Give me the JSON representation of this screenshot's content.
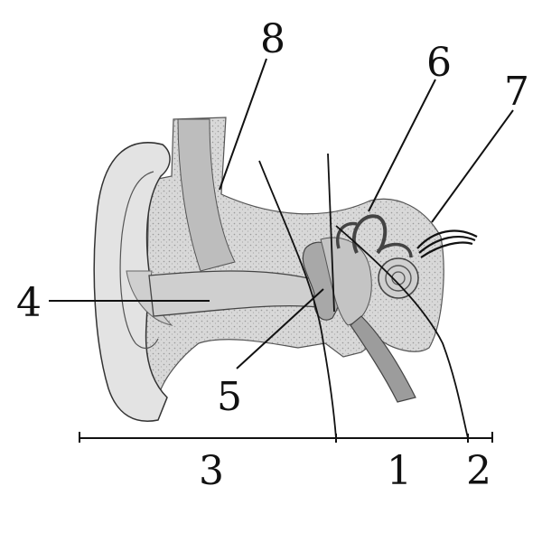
{
  "labels": {
    "outer_ear_bracket": "3",
    "middle_ear_bracket": "1",
    "inner_ear_bracket": "2",
    "ear_canal": "4",
    "ossicles": "5",
    "semicircular_canals": "6",
    "auditory_nerve": "7",
    "temporal_bone": "8"
  },
  "colors": {
    "line": "#111111",
    "bone": "#d6d6d6",
    "bone_dots": "#9a9a9a",
    "soft_tissue": "#bdbdbd",
    "skin": "#e3e3e3",
    "dark": "#555555"
  }
}
